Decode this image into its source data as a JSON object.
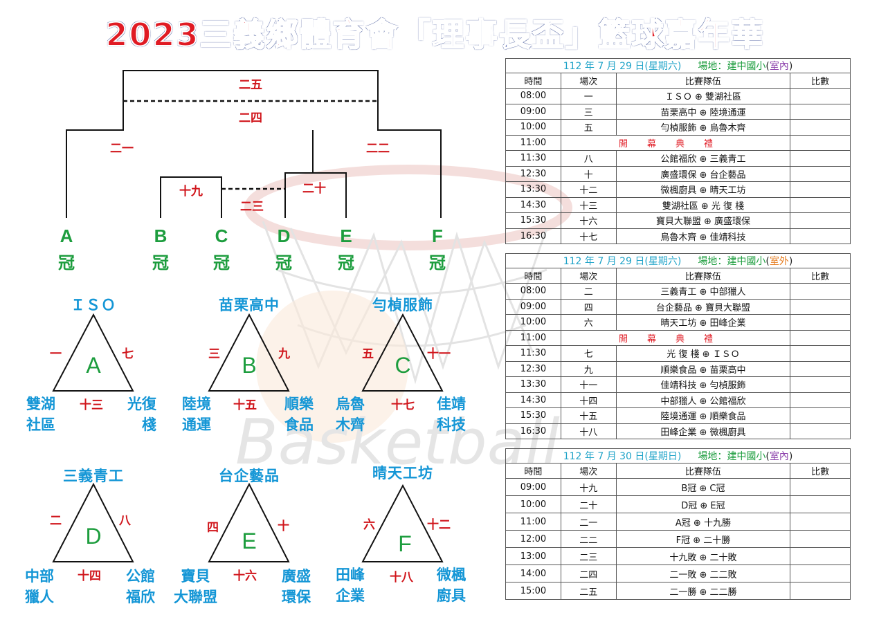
{
  "title": {
    "part1": "2023三義鄉體育會「",
    "part2": "理事長盃",
    "part3": "」籃球嘉年華"
  },
  "watermark_text": "Basketball",
  "bracket": {
    "labels": {
      "final": "二五",
      "third_place": "二四",
      "semi_left": "二一",
      "semi_right": "二二",
      "qf_left": "十九",
      "qf_right": "二十",
      "qf_loser": "二三"
    },
    "teams": [
      {
        "letter": "A",
        "champ": "冠"
      },
      {
        "letter": "B",
        "champ": "冠"
      },
      {
        "letter": "C",
        "champ": "冠"
      },
      {
        "letter": "D",
        "champ": "冠"
      },
      {
        "letter": "E",
        "champ": "冠"
      },
      {
        "letter": "F",
        "champ": "冠"
      }
    ]
  },
  "groups": [
    {
      "letter": "A",
      "top": "ＩＳＯ",
      "left_num": "一",
      "right_num": "七",
      "bottom_num": "十三",
      "bl": [
        "雙湖",
        "社區"
      ],
      "br": [
        "光復",
        "棧"
      ]
    },
    {
      "letter": "B",
      "top": "苗栗高中",
      "left_num": "三",
      "right_num": "九",
      "bottom_num": "十五",
      "bl": [
        "陸境",
        "通運"
      ],
      "br": [
        "順樂",
        "食品"
      ]
    },
    {
      "letter": "C",
      "top": "勻楨服飾",
      "left_num": "五",
      "right_num": "十一",
      "bottom_num": "十七",
      "bl": [
        "烏魯",
        "木齊"
      ],
      "br": [
        "佳靖",
        "科技"
      ]
    },
    {
      "letter": "D",
      "top": "三義青工",
      "left_num": "二",
      "right_num": "八",
      "bottom_num": "十四",
      "bl": [
        "中部",
        "獵人"
      ],
      "br": [
        "公館",
        "福欣"
      ]
    },
    {
      "letter": "E",
      "top": "台企藝品",
      "left_num": "四",
      "right_num": "十",
      "bottom_num": "十六",
      "bl": [
        "寶貝",
        "大聯盟"
      ],
      "br": [
        "廣盛",
        "環保"
      ]
    },
    {
      "letter": "F",
      "top": "晴天工坊",
      "left_num": "六",
      "right_num": "十二",
      "bottom_num": "十八",
      "bl": [
        "田峰",
        "企業"
      ],
      "br": [
        "微楓",
        "廚具"
      ]
    }
  ],
  "schedules": [
    {
      "date": "112 年 7 月 29 日(星期六)",
      "venue_label": "場地：建中國小",
      "paren_open": "(",
      "court": "室內",
      "paren_close": ")",
      "court_type": "inner",
      "headers": [
        "時間",
        "場次",
        "比賽隊伍",
        "比數"
      ],
      "rows": [
        {
          "time": "08:00",
          "no": "一",
          "teams": "ＩＳＯ ⊕ 雙湖社區",
          "score": ""
        },
        {
          "time": "09:00",
          "no": "三",
          "teams": "苗栗高中 ⊕ 陸境通運",
          "score": ""
        },
        {
          "time": "10:00",
          "no": "五",
          "teams": "勻楨服飾 ⊕ 烏魯木齊",
          "score": ""
        },
        {
          "time": "11:00",
          "no": "",
          "teams": "開幕典禮",
          "score": "",
          "ceremony": true
        },
        {
          "time": "11:30",
          "no": "八",
          "teams": "公館福欣 ⊕ 三義青工",
          "score": ""
        },
        {
          "time": "12:30",
          "no": "十",
          "teams": "廣盛環保 ⊕ 台企藝品",
          "score": ""
        },
        {
          "time": "13:30",
          "no": "十二",
          "teams": "微楓廚具 ⊕ 晴天工坊",
          "score": ""
        },
        {
          "time": "14:30",
          "no": "十三",
          "teams": "雙湖社區 ⊕ 光 復 棧",
          "score": ""
        },
        {
          "time": "15:30",
          "no": "十六",
          "teams": "寶貝大聯盟 ⊕ 廣盛環保",
          "score": ""
        },
        {
          "time": "16:30",
          "no": "十七",
          "teams": "烏魯木齊 ⊕ 佳靖科技",
          "score": ""
        }
      ]
    },
    {
      "date": "112 年 7 月 29 日(星期六)",
      "venue_label": "場地：建中國小",
      "paren_open": "(",
      "court": "室外",
      "paren_close": ")",
      "court_type": "outer",
      "headers": [
        "時間",
        "場次",
        "比賽隊伍",
        "比數"
      ],
      "rows": [
        {
          "time": "08:00",
          "no": "二",
          "teams": "三義青工 ⊕ 中部獵人",
          "score": ""
        },
        {
          "time": "09:00",
          "no": "四",
          "teams": "台企藝品 ⊕ 寶貝大聯盟",
          "score": ""
        },
        {
          "time": "10:00",
          "no": "六",
          "teams": "晴天工坊 ⊕ 田峰企業",
          "score": ""
        },
        {
          "time": "11:00",
          "no": "",
          "teams": "開幕典禮",
          "score": "",
          "ceremony": true
        },
        {
          "time": "11:30",
          "no": "七",
          "teams": "光 復 棧 ⊕ ＩＳＯ",
          "score": ""
        },
        {
          "time": "12:30",
          "no": "九",
          "teams": "順樂食品 ⊕ 苗栗高中",
          "score": ""
        },
        {
          "time": "13:30",
          "no": "十一",
          "teams": "佳靖科技 ⊕ 勻楨服飾",
          "score": ""
        },
        {
          "time": "14:30",
          "no": "十四",
          "teams": "中部獵人 ⊕ 公館福欣",
          "score": ""
        },
        {
          "time": "15:30",
          "no": "十五",
          "teams": "陸境通運 ⊕ 順樂食品",
          "score": ""
        },
        {
          "time": "16:30",
          "no": "十八",
          "teams": "田峰企業 ⊕ 微楓廚具",
          "score": ""
        }
      ]
    },
    {
      "date": "112 年 7 月 30 日(星期日)",
      "venue_label": "場地：建中國小",
      "paren_open": "(",
      "court": "室內",
      "paren_close": ")",
      "court_type": "inner",
      "headers": [
        "時間",
        "場次",
        "比賽隊伍",
        "比數"
      ],
      "rows": [
        {
          "time": "09:00",
          "no": "十九",
          "teams": "B冠 ⊕ C冠",
          "score": ""
        },
        {
          "time": "10:00",
          "no": "二十",
          "teams": "D冠 ⊕ E冠",
          "score": ""
        },
        {
          "time": "11:00",
          "no": "二一",
          "teams": "A冠 ⊕ 十九勝",
          "score": ""
        },
        {
          "time": "12:00",
          "no": "二二",
          "teams": "F冠 ⊕ 二十勝",
          "score": ""
        },
        {
          "time": "13:00",
          "no": "二三",
          "teams": "十九敗 ⊕ 二十敗",
          "score": ""
        },
        {
          "time": "14:00",
          "no": "二四",
          "teams": "二一敗 ⊕ 二二敗",
          "score": ""
        },
        {
          "time": "15:00",
          "no": "二五",
          "teams": "二一勝 ⊕ 二二勝",
          "score": ""
        }
      ]
    }
  ]
}
